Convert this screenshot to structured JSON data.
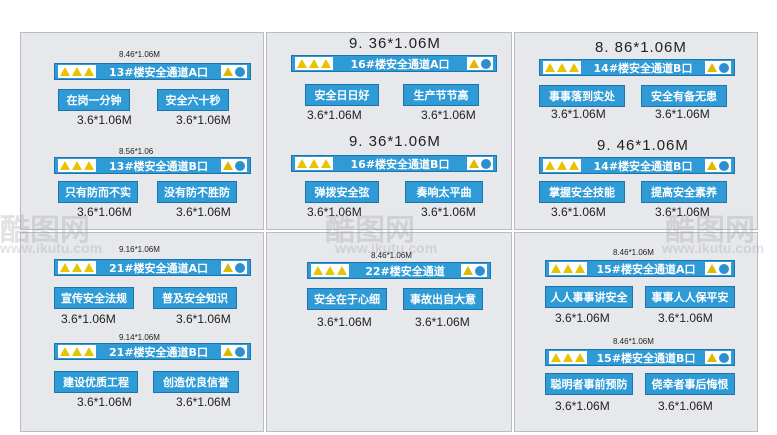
{
  "panels": [
    {
      "size_top": "8.46*1.06M",
      "banner_a": "13#楼安全通道A口",
      "slogans_a": [
        "在岗一分钟",
        "安全六十秒"
      ],
      "dims_a": [
        "3.6*1.06M",
        "3.6*1.06M"
      ],
      "size_mid": "8.56*1.06",
      "banner_b": "13#楼安全通道B口",
      "slogans_b": [
        "只有防而不实",
        "没有防不胜防"
      ],
      "dims_b": [
        "3.6*1.06M",
        "3.6*1.06M"
      ]
    },
    {
      "size_top": "9. 36*1.06M",
      "banner_a": "16#楼安全通道A口",
      "slogans_a": [
        "安全日日好",
        "生产节节高"
      ],
      "dims_a": [
        "3.6*1.06M",
        "3.6*1.06M"
      ],
      "size_mid": "9. 36*1.06M",
      "banner_b": "16#楼安全通道B口",
      "slogans_b": [
        "弹拨安全弦",
        "奏响太平曲"
      ],
      "dims_b": [
        "3.6*1.06M",
        "3.6*1.06M"
      ]
    },
    {
      "size_top": "8. 86*1.06M",
      "banner_a": "14#楼安全通道B口",
      "slogans_a": [
        "事事落到实处",
        "安全有备无患"
      ],
      "dims_a": [
        "3.6*1.06M",
        "3.6*1.06M"
      ],
      "size_mid": "9. 46*1.06M",
      "banner_b": "14#楼安全通道B口",
      "slogans_b": [
        "掌握安全技能",
        "提高安全素养"
      ],
      "dims_b": [
        "3.6*1.06M",
        "3.6*1.06M"
      ]
    },
    {
      "size_top": "9.16*1.06M",
      "banner_a": "21#楼安全通道A口",
      "slogans_a": [
        "宣传安全法规",
        "普及安全知识"
      ],
      "dims_a": [
        "3.6*1.06M",
        "3.6*1.06M"
      ],
      "size_mid": "9.14*1.06M",
      "banner_b": "21#楼安全通道B口",
      "slogans_b": [
        "建设优质工程",
        "创造优良信誉"
      ],
      "dims_b": [
        "3.6*1.06M",
        "3.6*1.06M"
      ]
    },
    {
      "size_top": "8.46*1.06M",
      "banner_a": "22#楼安全通道",
      "slogans_a": [
        "安全在于心细",
        "事故出自大意"
      ],
      "dims_a": [
        "3.6*1.06M",
        "3.6*1.06M"
      ]
    },
    {
      "size_top": "8.46*1.06M",
      "banner_a": "15#楼安全通道A口",
      "slogans_a": [
        "人人事事讲安全",
        "事事人人保平安"
      ],
      "dims_a": [
        "3.6*1.06M",
        "3.6*1.06M"
      ],
      "size_mid": "8.46*1.06M",
      "banner_b": "15#楼安全通道B口",
      "slogans_b": [
        "聪明者事前预防",
        "侥幸者事后悔恨"
      ],
      "dims_b": [
        "3.6*1.06M",
        "3.6*1.06M"
      ]
    }
  ],
  "watermark": {
    "text": "酷图网",
    "url": "www.ikutu.com"
  },
  "colors": {
    "banner_blue": "#2e9ad6",
    "panel_bg": "#e7e8ec"
  }
}
